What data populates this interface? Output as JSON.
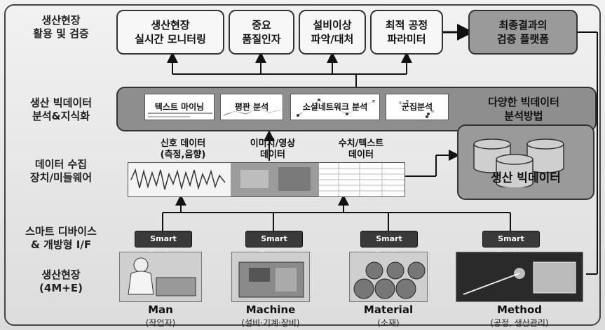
{
  "row_labels": {
    "field_use": "생산현장\n활용 및 검증",
    "analysis": "생산 빅데이터\n분석&지식화",
    "collection": "데이터 수집\n장치/미들웨어",
    "smart": "스마트 디바이스\n& 개방형 I/F",
    "field": "생산현장\n(4M+E)"
  },
  "top_boxes": [
    {
      "label": "생산현장\n실시간 모니터링"
    },
    {
      "label": "중요\n품질인자"
    },
    {
      "label": "설비이상\n파악/대처"
    },
    {
      "label": "최적 공정\n파라미터"
    }
  ],
  "final_box": "최종결과의\n검증 플랫폼",
  "analysis_methods": [
    {
      "label": "텍스트 마이닝"
    },
    {
      "label": "평판 분석"
    },
    {
      "label": "소셜네트워크 분석"
    },
    {
      "label": "군집분석"
    }
  ],
  "analysis_title": "다양한 빅데이터\n분석방법",
  "big_data_label": "생산 빅데이터",
  "collection_types": [
    {
      "label": "신호 데이터\n(측정,음향)"
    },
    {
      "label": "이미지/영상\n데이터"
    },
    {
      "label": "수치/텍스트\n데이터"
    }
  ],
  "smart_device_label": "Smart Device",
  "four_m": [
    {
      "name": "Man",
      "sub": "(작업자)"
    },
    {
      "name": "Machine",
      "sub": "(설비·기계·장비)"
    },
    {
      "name": "Material",
      "sub": "(소재)"
    },
    {
      "name": "Method",
      "sub": "(공정, 생산관리)"
    }
  ],
  "colors": {
    "band": "#8e8e8e",
    "device": "#3a3a3a",
    "border": "#333333"
  }
}
